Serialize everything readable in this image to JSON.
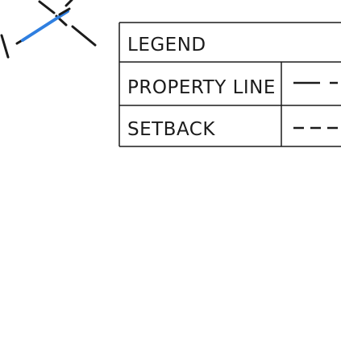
{
  "legend": {
    "title": "LEGEND",
    "rows": [
      {
        "label": "PROPERTY LINE",
        "line_style": "long-dash"
      },
      {
        "label": "SETBACK",
        "line_style": "dashed"
      }
    ]
  },
  "colors": {
    "ink": "#1b1b1b",
    "highlight": "#2f7fe0",
    "background": "#ffffff"
  },
  "icons": {
    "highlight_segment": "blue-line-segment"
  }
}
